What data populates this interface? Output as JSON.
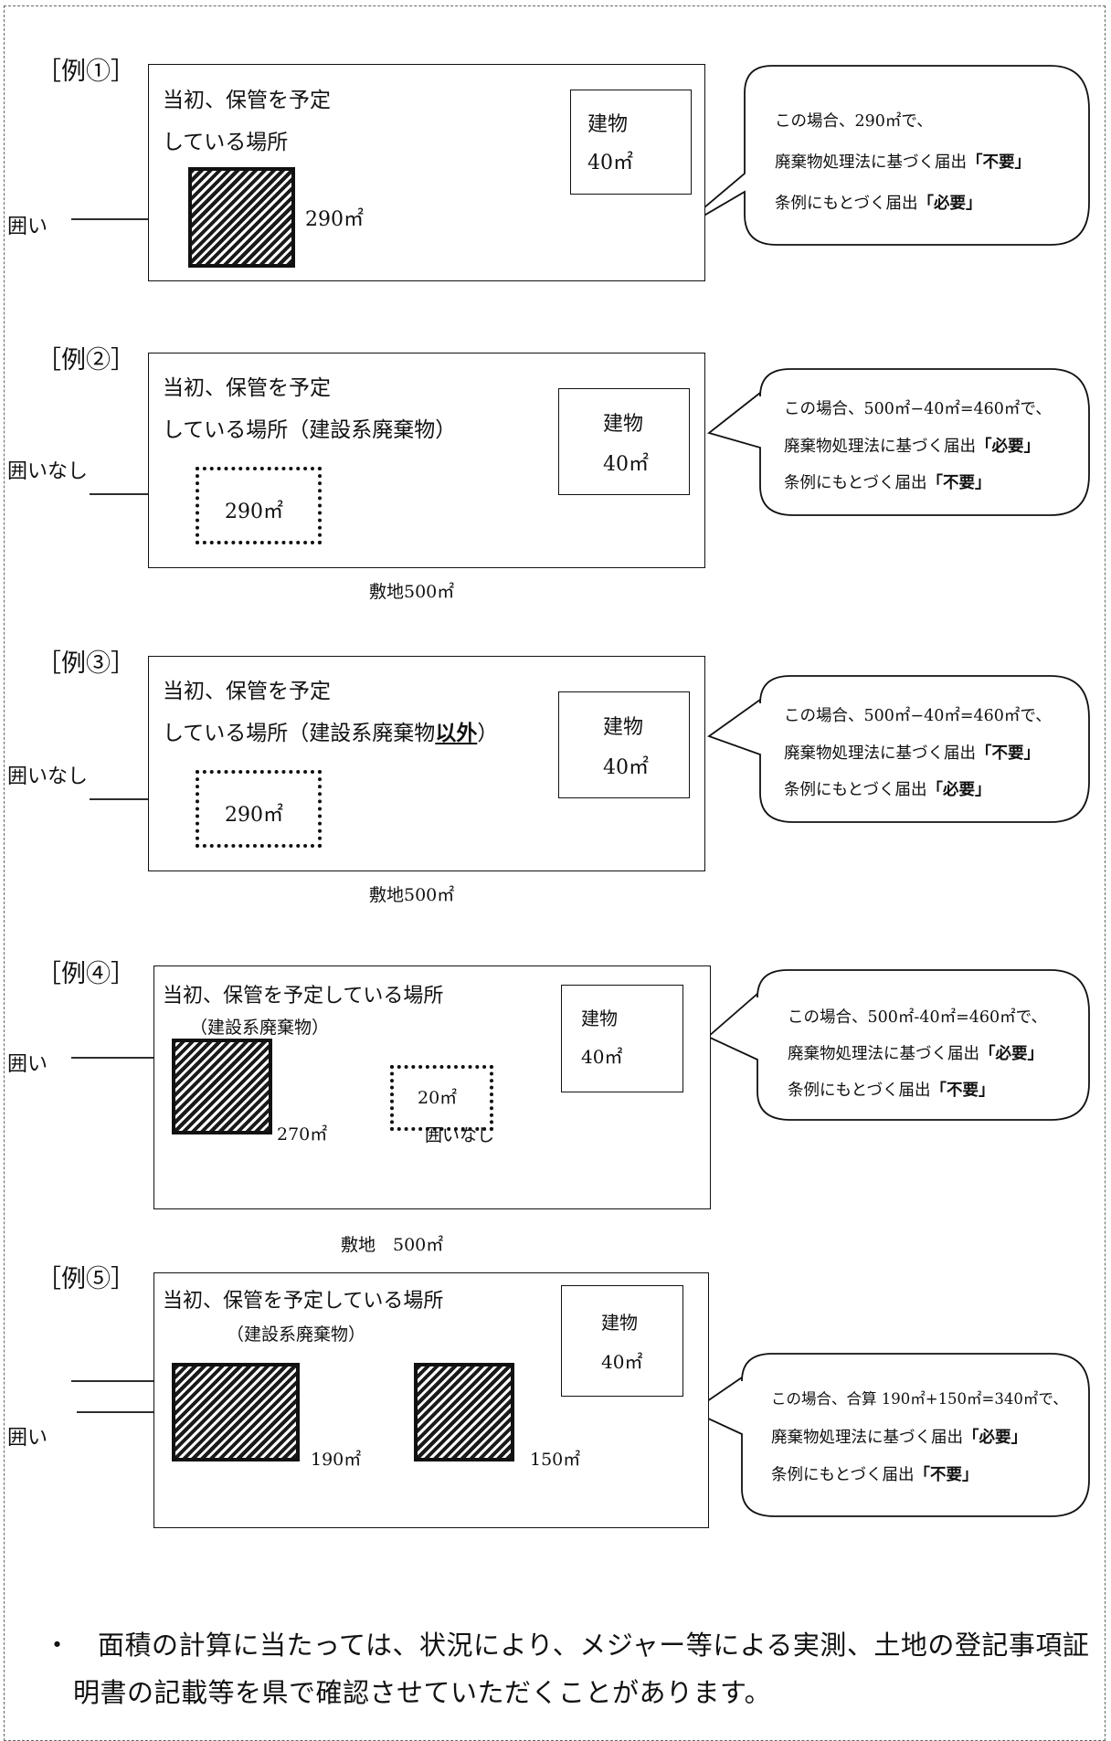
{
  "common": {
    "storage_place": "当初、保管を予定",
    "storage_place_line2": "している場所",
    "storage_place_full": "当初、保管を予定している場所",
    "building": "建物",
    "building_area": "40㎡",
    "bubble_prefix": "この場合、",
    "legal_line_prefix": "廃棄物処理法に基づく届出",
    "ordinance_line_prefix": "条例にもとづく届出",
    "required": "「必要」",
    "not_required": "「不要」"
  },
  "examples": [
    {
      "label": "［例①］",
      "fence_label": "囲い",
      "area_label": "290㎡",
      "bubble": {
        "calc": "この場合、290㎡で、",
        "legal": "「不要」",
        "ordinance": "「必要」"
      }
    },
    {
      "label": "［例②］",
      "waste_type": "している場所（建設系廃棄物）",
      "fence_label": "囲いなし",
      "area_label": "290㎡",
      "site_label": "敷地500㎡",
      "bubble": {
        "calc": "この場合、500㎡−40㎡=460㎡で、",
        "legal": "「必要」",
        "ordinance": "「不要」"
      }
    },
    {
      "label": "［例③］",
      "waste_type_before": "している場所（建設系廃棄物",
      "waste_type_emph": "以外",
      "waste_type_after": "）",
      "fence_label": "囲いなし",
      "area_label": "290㎡",
      "site_label": "敷地500㎡",
      "bubble": {
        "calc": "この場合、500㎡−40㎡=460㎡で、",
        "legal": "「不要」",
        "ordinance": "「必要」"
      }
    },
    {
      "label": "［例④］",
      "waste_type": "（建設系廃棄物）",
      "fence_label": "囲い",
      "area_label": "270㎡",
      "small_area_label": "20㎡",
      "no_fence_label": "囲いなし",
      "site_label": "敷地　500㎡",
      "bubble": {
        "calc": "この場合、500㎡-40㎡=460㎡で、",
        "legal": "「必要」",
        "ordinance": "「不要」"
      }
    },
    {
      "label": "［例⑤］",
      "waste_type": "（建設系廃棄物）",
      "fence_label": "囲い",
      "area_label_1": "190㎡",
      "area_label_2": "150㎡",
      "bubble": {
        "calc": "この場合、合算 190㎡+150㎡=340㎡で、",
        "legal": "「必要」",
        "ordinance": "「不要」"
      }
    }
  ],
  "footnote": {
    "line1": "・　面積の計算に当たっては、状況により、メジャー等による実測、土地の登記事項証",
    "line2": "明書の記載等を県で確認させていただくことがあります。"
  }
}
